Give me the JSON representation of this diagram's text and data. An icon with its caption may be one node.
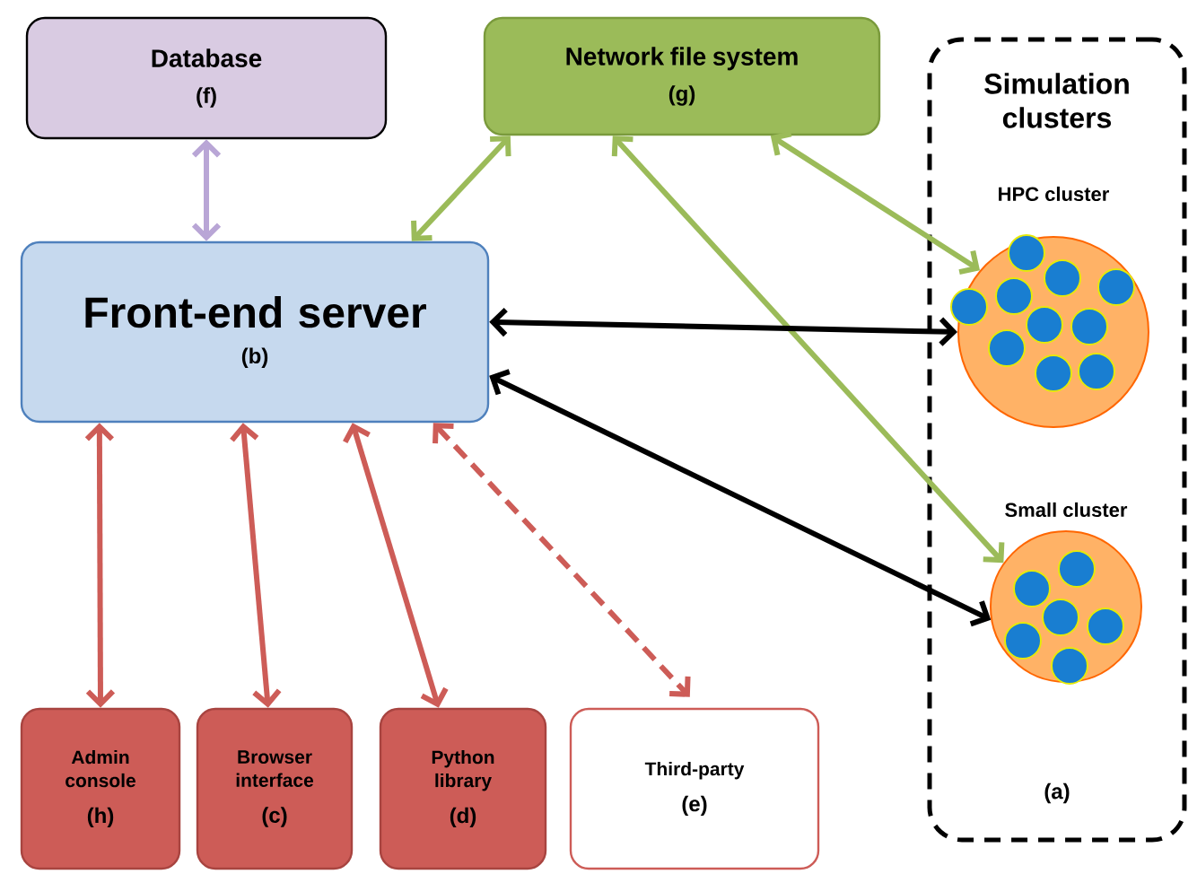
{
  "diagram": {
    "nodes": [
      {
        "text": [
          "Database",
          "(f)"
        ]
      },
      {
        "text": [
          "Network file system",
          "(g)"
        ]
      },
      {
        "text": [
          "Simulation clusters",
          "(a)"
        ]
      },
      {
        "text": [
          "Front-end server",
          "(b)"
        ]
      },
      {
        "text": [
          "HPC cluster"
        ],
        "in": 2
      },
      {
        "text": [
          "Small cluster"
        ],
        "in": 2
      },
      {
        "text": [
          "Admin console",
          "(h)"
        ]
      },
      {
        "text": [
          "Browser interface",
          "(c)"
        ]
      },
      {
        "text": [
          "Python library",
          "(d)"
        ]
      },
      {
        "text": [
          "Third-party",
          "(e)"
        ]
      }
    ],
    "edges": [
      {
        "from": 0,
        "to": 3,
        "arrow": "both",
        "color": "#b9a6d6"
      },
      {
        "from": 3,
        "to": 1,
        "arrow": "both",
        "color": "#9bbb59"
      },
      {
        "from": 1,
        "to": 4,
        "arrow": "both",
        "color": "#9bbb59"
      },
      {
        "from": 1,
        "to": 5,
        "arrow": "both",
        "color": "#9bbb59"
      },
      {
        "from": 3,
        "to": 4,
        "arrow": "both",
        "color": "#000000"
      },
      {
        "from": 3,
        "to": 5,
        "arrow": "both",
        "color": "#000000"
      },
      {
        "from": 3,
        "to": 6,
        "arrow": "both"
      },
      {
        "from": 3,
        "to": 7,
        "arrow": "both"
      },
      {
        "from": 3,
        "to": 8,
        "arrow": "both"
      },
      {
        "from": 3,
        "to": 9,
        "arrow": "both",
        "style": "dashed"
      }
    ]
  }
}
